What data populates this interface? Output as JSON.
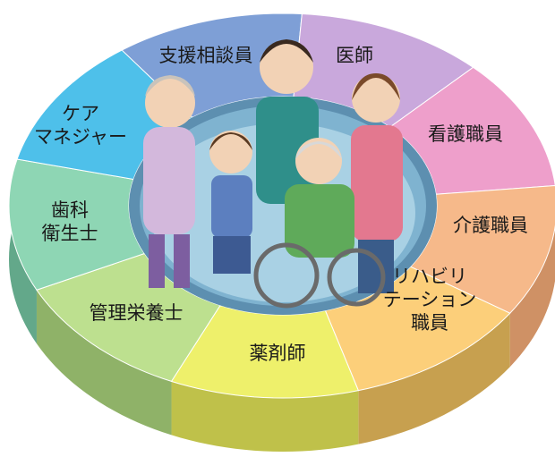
{
  "diagram": {
    "center_illustration": "family-with-elderly-man-in-wheelchair",
    "segments": [
      {
        "id": "shien",
        "lines": [
          "支援相談員"
        ],
        "color": "#7e9fd6",
        "side": "#5b7bb0"
      },
      {
        "id": "ishi",
        "lines": [
          "医師"
        ],
        "color": "#c9a8dc",
        "side": "#a184b5"
      },
      {
        "id": "kango",
        "lines": [
          "看護職員"
        ],
        "color": "#ee9fcb",
        "side": "#c57ca5"
      },
      {
        "id": "kaigo",
        "lines": [
          "介護職員"
        ],
        "color": "#f6b98a",
        "side": "#cf9165"
      },
      {
        "id": "rehab",
        "lines": [
          "リハビリ",
          "テーション",
          "職員"
        ],
        "color": "#fccf7a",
        "side": "#c7a04f"
      },
      {
        "id": "yakuzai",
        "lines": [
          "薬剤師"
        ],
        "color": "#eef06b",
        "side": "#bfc14a"
      },
      {
        "id": "kanri",
        "lines": [
          "管理栄養士"
        ],
        "color": "#bde08f",
        "side": "#8fb268"
      },
      {
        "id": "shika",
        "lines": [
          "歯科",
          "衛生士"
        ],
        "color": "#8ed6b4",
        "side": "#63a88a"
      },
      {
        "id": "caremanager",
        "lines": [
          "ケア",
          "マネジャー"
        ],
        "color": "#4ec0ea",
        "side": "#3592b8"
      }
    ]
  }
}
